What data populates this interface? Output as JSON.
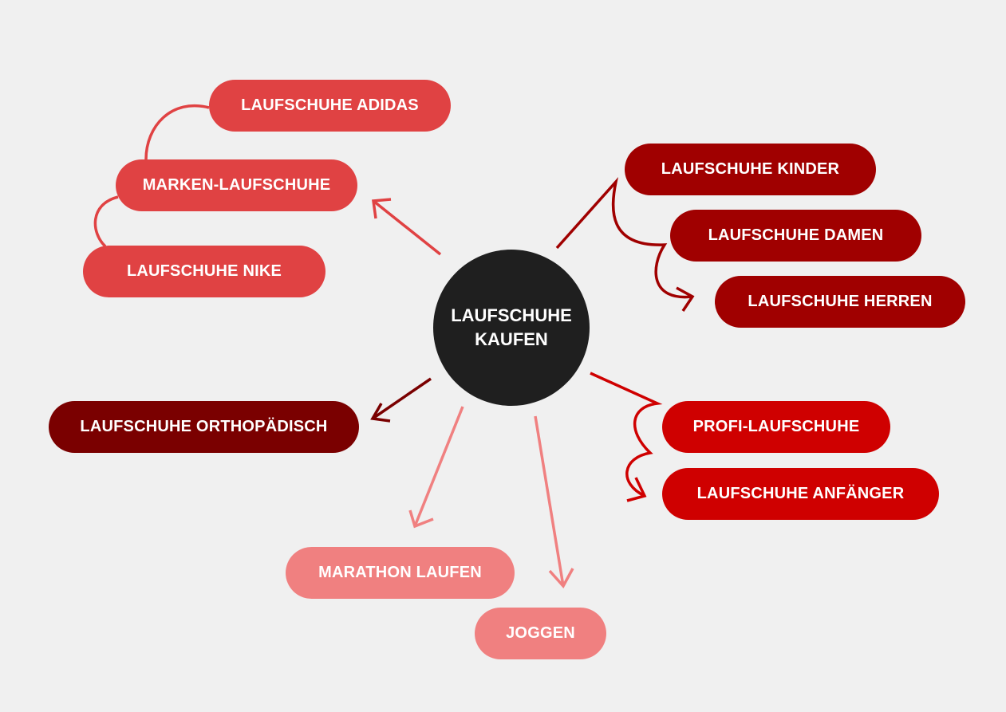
{
  "center": {
    "line1": "LAUFSCHUHE",
    "line2": "KAUFEN"
  },
  "nodes": {
    "adidas": "LAUFSCHUHE ADIDAS",
    "marken": "MARKEN-LAUFSCHUHE",
    "nike": "LAUFSCHUHE NIKE",
    "kinder": "LAUFSCHUHE KINDER",
    "damen": "LAUFSCHUHE DAMEN",
    "herren": "LAUFSCHUHE HERREN",
    "profi": "PROFI-LAUFSCHUHE",
    "anfaenger": "LAUFSCHUHE ANFÄNGER",
    "ortho": "LAUFSCHUHE ORTHOPÄDISCH",
    "marathon": "MARATHON LAUFEN",
    "joggen": "JOGGEN"
  },
  "colors": {
    "brand": "#e04243",
    "dark_red": "#a00000",
    "red": "#cf0000",
    "maroon": "#7a0000",
    "pink": "#f08080",
    "center": "#1f1f1f"
  }
}
